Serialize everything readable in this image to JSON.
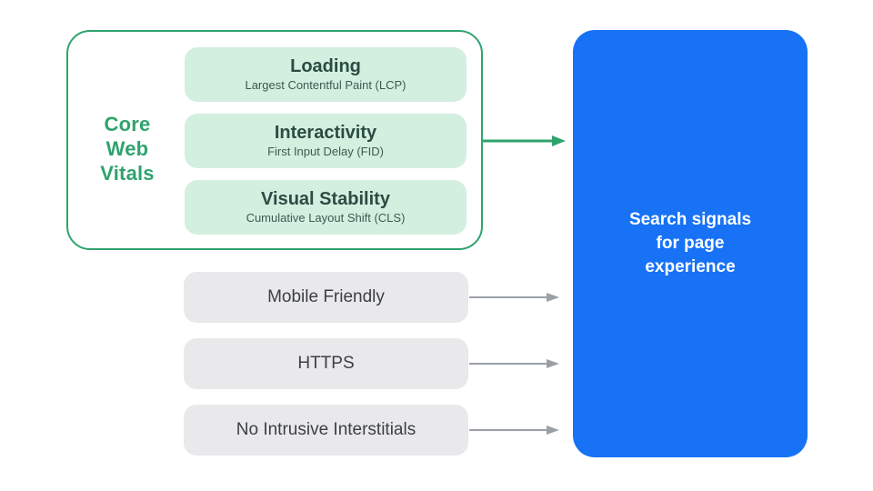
{
  "colors": {
    "green": "#2fa36d",
    "mint": "#d3efe0",
    "metric-title": "#2b4c42",
    "metric-sub": "#3c5b50",
    "gray-box": "#e9e9eb",
    "gray-text": "#3c4043",
    "gray-arrow": "#9aa0a6",
    "blue": "#1772f6",
    "white": "#ffffff"
  },
  "core_web_vitals": {
    "label_lines": [
      "Core",
      "Web",
      "Vitals"
    ],
    "metrics": [
      {
        "title": "Loading",
        "subtitle": "Largest Contentful Paint (LCP)"
      },
      {
        "title": "Interactivity",
        "subtitle": "First Input Delay (FID)"
      },
      {
        "title": "Visual Stability",
        "subtitle": "Cumulative Layout Shift (CLS)"
      }
    ]
  },
  "other_signals": [
    {
      "label": "Mobile Friendly"
    },
    {
      "label": "HTTPS"
    },
    {
      "label": "No Intrusive Interstitials"
    }
  ],
  "result": {
    "lines": [
      "Search signals",
      "for page",
      "experience"
    ]
  }
}
